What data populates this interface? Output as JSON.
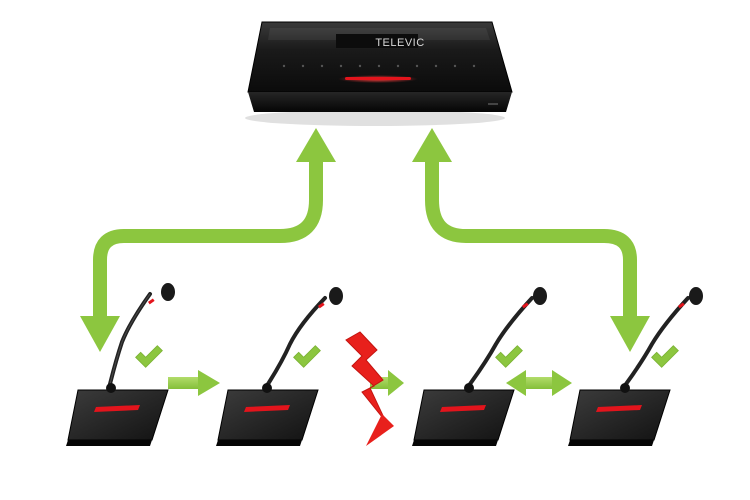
{
  "diagram": {
    "central_unit": {
      "brand": "TELEVIC",
      "icon": "central-unit-icon"
    },
    "units": [
      {
        "id": "unit-1",
        "icon": "microphone-unit-icon",
        "status": "check-icon"
      },
      {
        "id": "unit-2",
        "icon": "microphone-unit-icon",
        "status": "check-icon"
      },
      {
        "id": "unit-3",
        "icon": "microphone-unit-icon",
        "status": "check-icon"
      },
      {
        "id": "unit-4",
        "icon": "microphone-unit-icon",
        "status": "check-icon"
      }
    ],
    "break_icon": "lightning-bolt-icon",
    "colors": {
      "arrow": "#8cc63f",
      "arrow_light": "#b2dc6a",
      "break": "#e8201c",
      "device": "#141414",
      "led": "#e3141c"
    }
  }
}
